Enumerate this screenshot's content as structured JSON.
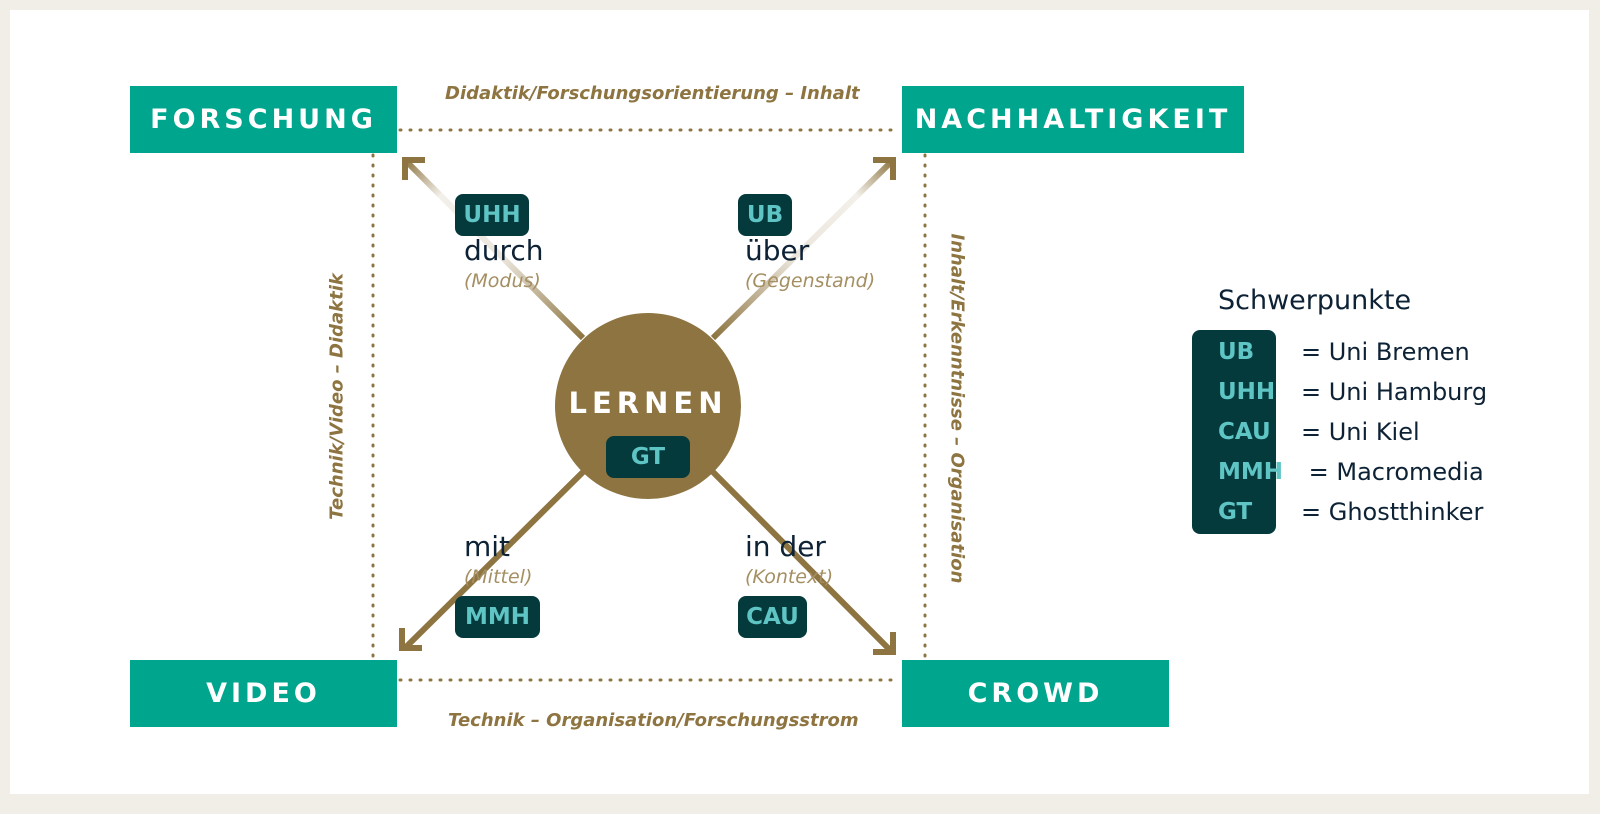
{
  "corners": {
    "top_left": "FORSCHUNG",
    "top_right": "NACHHALTIGKEIT",
    "bottom_left": "VIDEO",
    "bottom_right": "CROWD"
  },
  "edges": {
    "top": "Didaktik/Forschungsorientierung  –  Inhalt",
    "bottom": "Technik  –  Organisation/Forschungsstrom",
    "left": "Technik/Video  –  Didaktik",
    "right": "Inhalt/Erkenntnisse  –  Organisation"
  },
  "center": {
    "title": "LERNEN",
    "badge": "GT"
  },
  "branches": {
    "top_left": {
      "badge": "UHH",
      "word": "durch",
      "sub": "(Modus)"
    },
    "top_right": {
      "badge": "UB",
      "word": "über",
      "sub": "(Gegenstand)"
    },
    "bottom_left": {
      "badge": "MMH",
      "word": "mit",
      "sub": "(Mittel)"
    },
    "bottom_right": {
      "badge": "CAU",
      "word": "in der",
      "sub": "(Kontext)"
    }
  },
  "legend": {
    "title": "Schwerpunkte",
    "items": [
      {
        "code": "UB",
        "name": "= Uni Bremen"
      },
      {
        "code": "UHH",
        "name": "= Uni Hamburg"
      },
      {
        "code": "CAU",
        "name": "= Uni Kiel"
      },
      {
        "code": "MMH",
        "name": " = Macromedia"
      },
      {
        "code": "GT",
        "name": "= Ghostthinker"
      }
    ]
  },
  "colors": {
    "teal": "#00a58e",
    "gold": "#8d7440",
    "dark_badge": "#053a3d",
    "badge_text": "#5fc4c4",
    "navy_text": "#0d2235"
  }
}
